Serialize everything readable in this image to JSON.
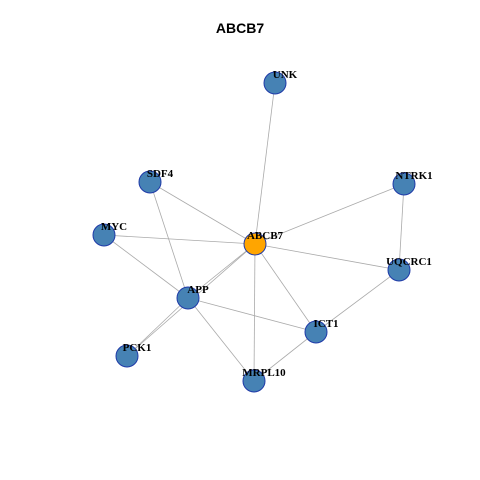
{
  "title": "ABCB7",
  "colors": {
    "node": "#4682b4",
    "center": "#ffa500",
    "border": "#1f3aa8",
    "edge": "#aaaaaa"
  },
  "nodes": [
    {
      "id": "UNK",
      "label": "UNK",
      "center": false
    },
    {
      "id": "SDF4",
      "label": "SDF4",
      "center": false
    },
    {
      "id": "NTRK1",
      "label": "NTRK1",
      "center": false
    },
    {
      "id": "MYC",
      "label": "MYC",
      "center": false
    },
    {
      "id": "ABCB7",
      "label": "ABCB7",
      "center": true
    },
    {
      "id": "UQCRC1",
      "label": "UQCRC1",
      "center": false
    },
    {
      "id": "APP",
      "label": "APP",
      "center": false
    },
    {
      "id": "ICT1",
      "label": "ICT1",
      "center": false
    },
    {
      "id": "PCK1",
      "label": "PCK1",
      "center": false
    },
    {
      "id": "MRPL10",
      "label": "MRPL10",
      "center": false
    }
  ],
  "edges": [
    [
      "ABCB7",
      "UNK"
    ],
    [
      "ABCB7",
      "SDF4"
    ],
    [
      "ABCB7",
      "NTRK1"
    ],
    [
      "ABCB7",
      "MYC"
    ],
    [
      "ABCB7",
      "UQCRC1"
    ],
    [
      "ABCB7",
      "APP"
    ],
    [
      "ABCB7",
      "ICT1"
    ],
    [
      "ABCB7",
      "PCK1"
    ],
    [
      "ABCB7",
      "MRPL10"
    ],
    [
      "SDF4",
      "APP"
    ],
    [
      "MYC",
      "APP"
    ],
    [
      "NTRK1",
      "UQCRC1"
    ],
    [
      "UQCRC1",
      "ICT1"
    ],
    [
      "APP",
      "ICT1"
    ],
    [
      "APP",
      "PCK1"
    ],
    [
      "APP",
      "MRPL10"
    ],
    [
      "ICT1",
      "MRPL10"
    ]
  ]
}
